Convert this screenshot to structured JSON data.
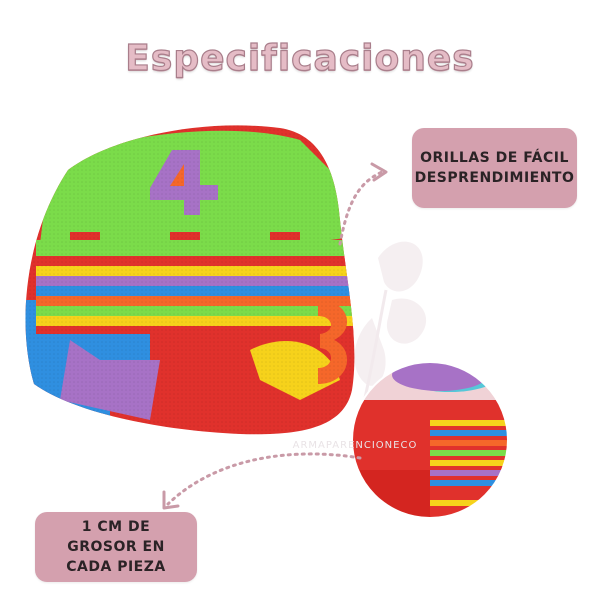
{
  "title": "Especificaciones",
  "callouts": {
    "top": {
      "line1": "ORILLAS DE FÁCIL",
      "line2": "DESPRENDIMIENTO"
    },
    "bottom": {
      "line1": "1 CM DE",
      "line2": "GROSOR EN",
      "line3": "CADA PIEZA"
    }
  },
  "watermark": "ARMAPARENCIONECO",
  "puzzle": {
    "number_top": "4",
    "number_side": "3"
  },
  "icons": [
    "puzzle-mat-photo",
    "dotted-arrow-icon",
    "zoom-detail-circle",
    "leaf-watermark-icon"
  ],
  "colors": {
    "accent": "#d4a0ae",
    "title": "#e5bcc6",
    "green": "#7bdc4a",
    "purple": "#a772c6",
    "red": "#e0312c",
    "blue": "#2f8fe0",
    "yellow": "#f6d21b",
    "orange": "#f5672a"
  }
}
